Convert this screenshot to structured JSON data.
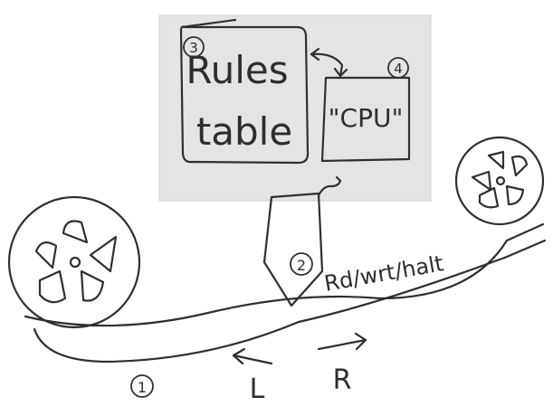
{
  "diagram": {
    "rules_table": {
      "line1": "Rules",
      "line2": "table",
      "number": "3"
    },
    "cpu": {
      "label": "\"CPU\"",
      "number": "4"
    },
    "head": {
      "number": "2",
      "ops_label": "Rd/wrt/halt"
    },
    "tape": {
      "number": "1"
    },
    "directions": {
      "left_label": "L",
      "right_label": "R"
    }
  }
}
